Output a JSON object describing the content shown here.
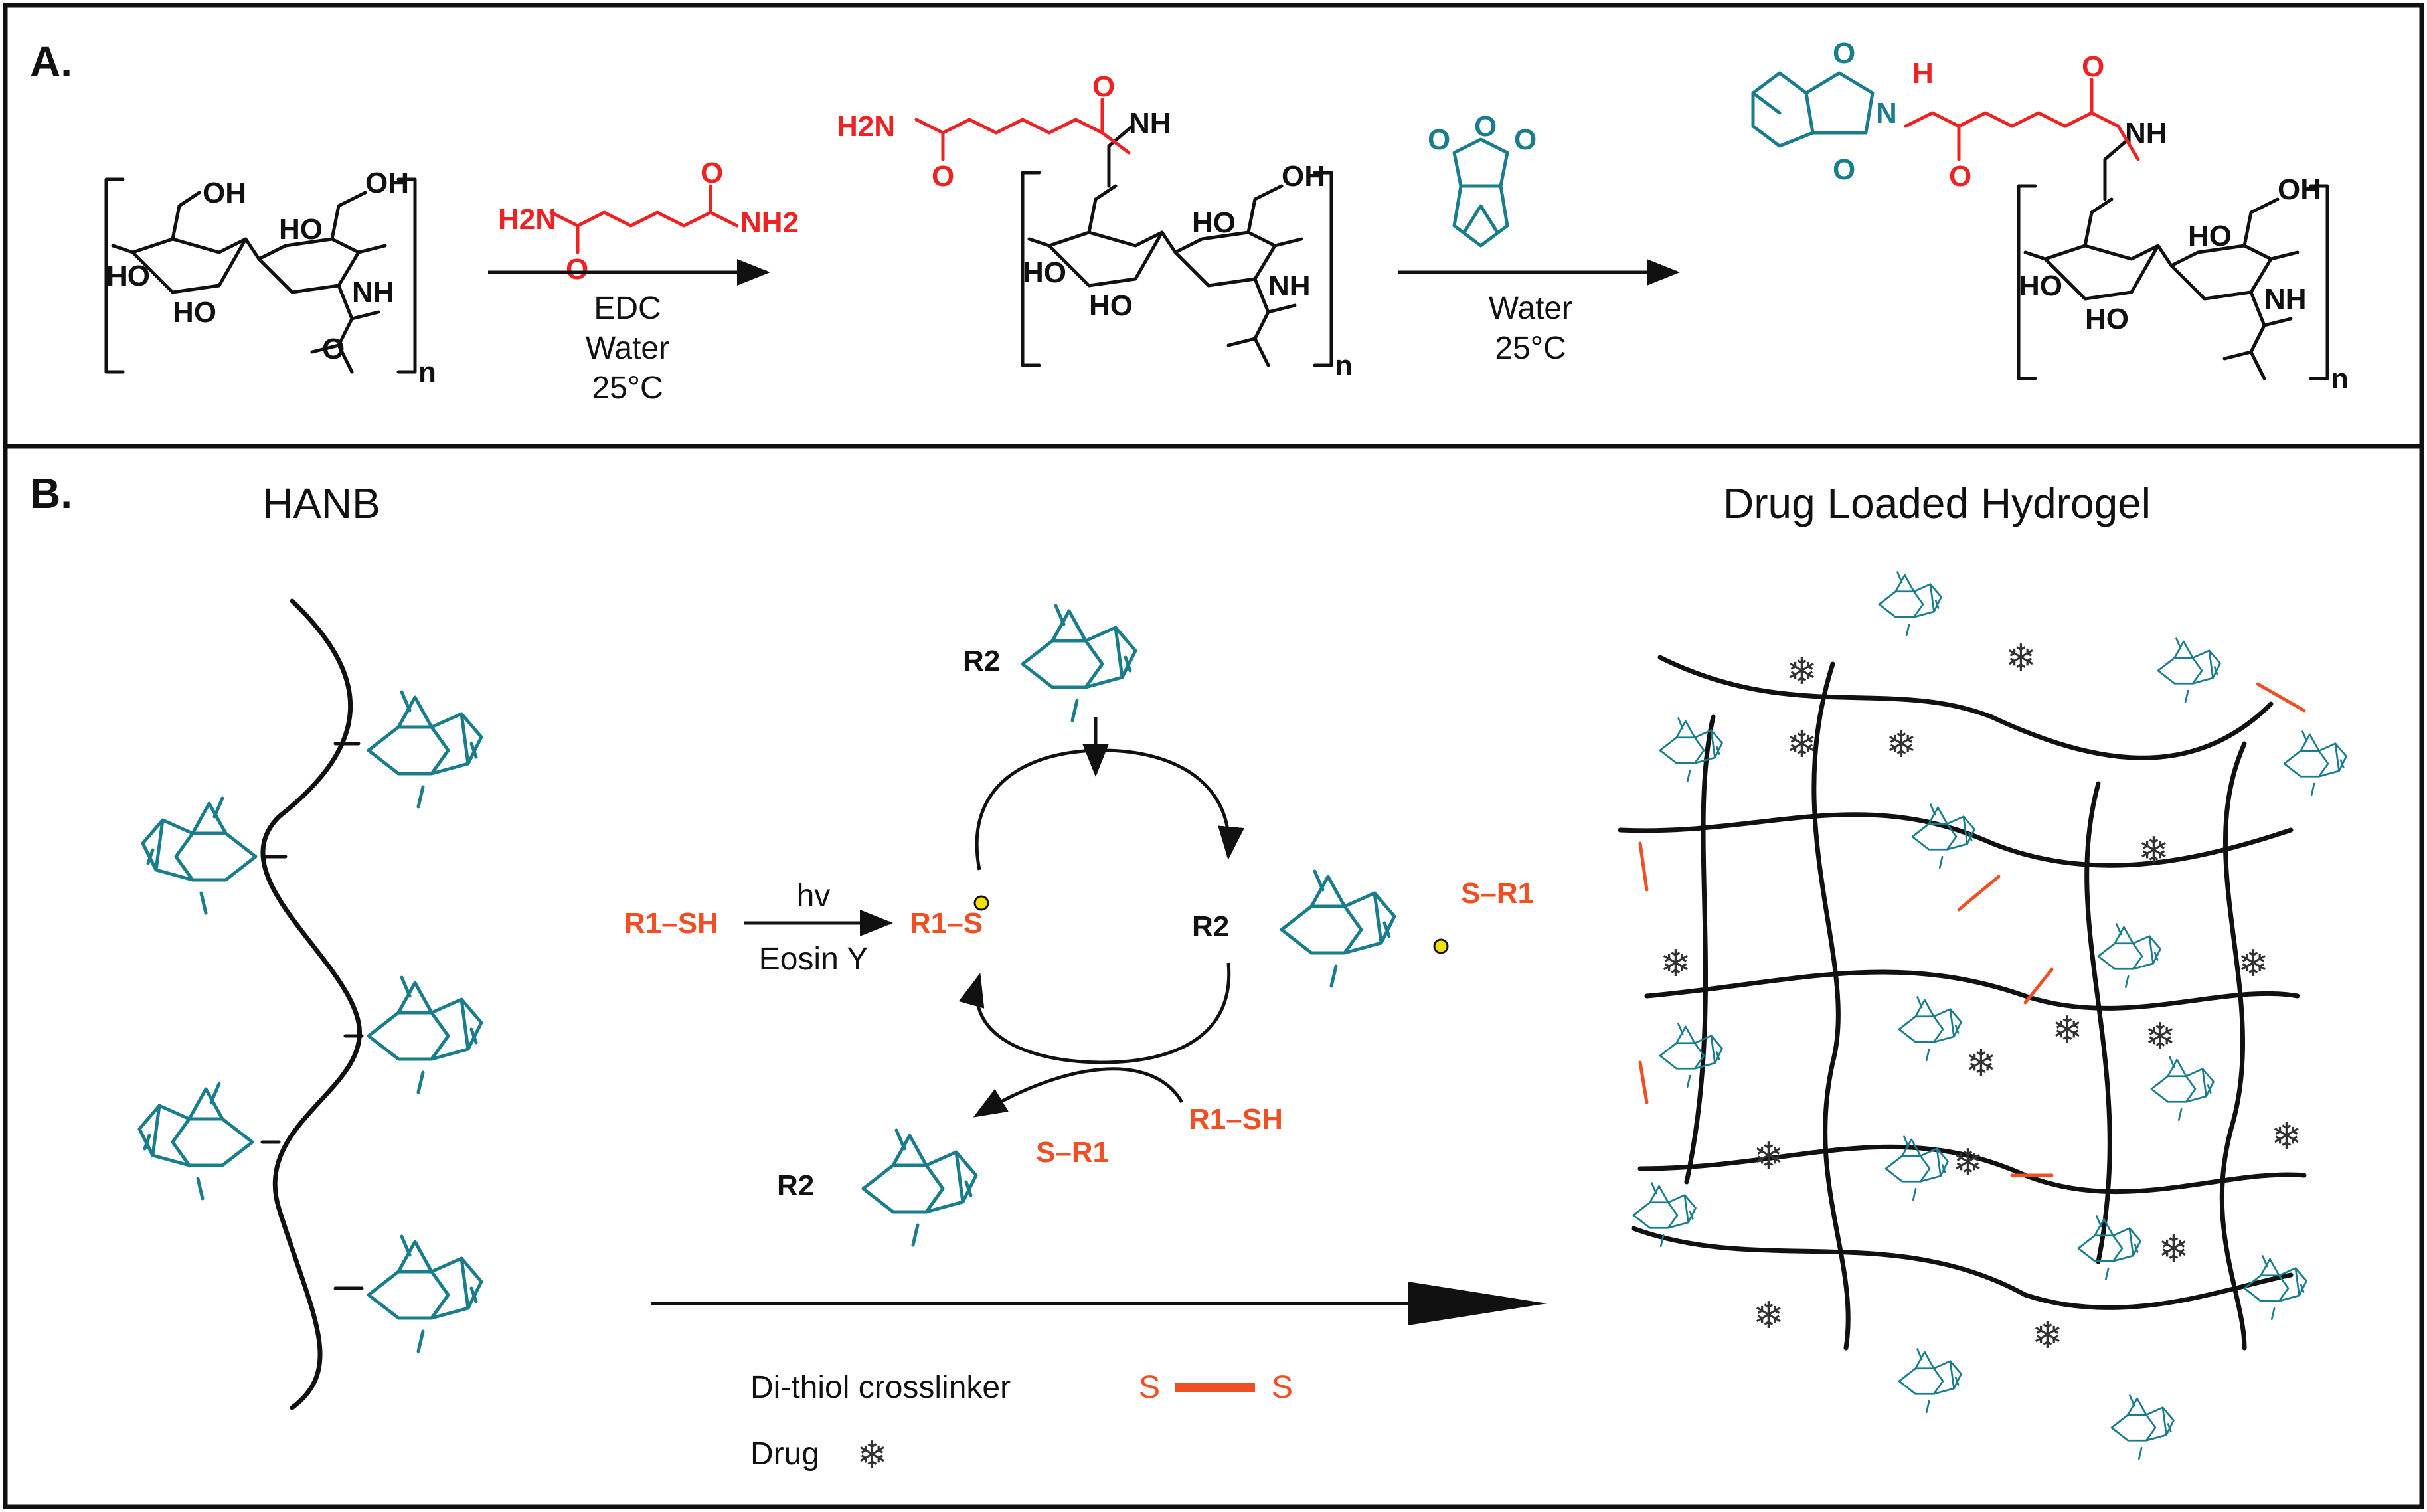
{
  "panels": {
    "a_label": "A.",
    "b_label": "B."
  },
  "scheme_a": {
    "step1": {
      "reagent": "EDC",
      "solvent": "Water",
      "temp": "25°C"
    },
    "step2": {
      "solvent": "Water",
      "temp": "25°C"
    },
    "repeat_unit": "n",
    "atoms": {
      "cooh": "OH",
      "oh": "OH",
      "ho": "HO",
      "nh": "NH",
      "o": "O",
      "h2n": "H2N",
      "nh2": "NH2",
      "n": "N",
      "hn": "H"
    }
  },
  "scheme_b": {
    "left_title": "HANB",
    "right_title": "Drug Loaded Hydrogel",
    "thiol": "R1–SH",
    "thiyl": "R1–S",
    "light": "hv",
    "catalyst": "Eosin Y",
    "r2": "R2",
    "product_sub": "S–R1",
    "legend": {
      "crosslinker": "Di-thiol crosslinker",
      "s": "S",
      "drug": "Drug"
    }
  },
  "colors": {
    "teal": "#1a7d8c",
    "red": "#ee2222",
    "orange": "#f04e23",
    "radical": "#f2e100"
  },
  "icons": {
    "drug": "snowflake-asterisk-icon",
    "radical": "radical-dot-icon"
  }
}
